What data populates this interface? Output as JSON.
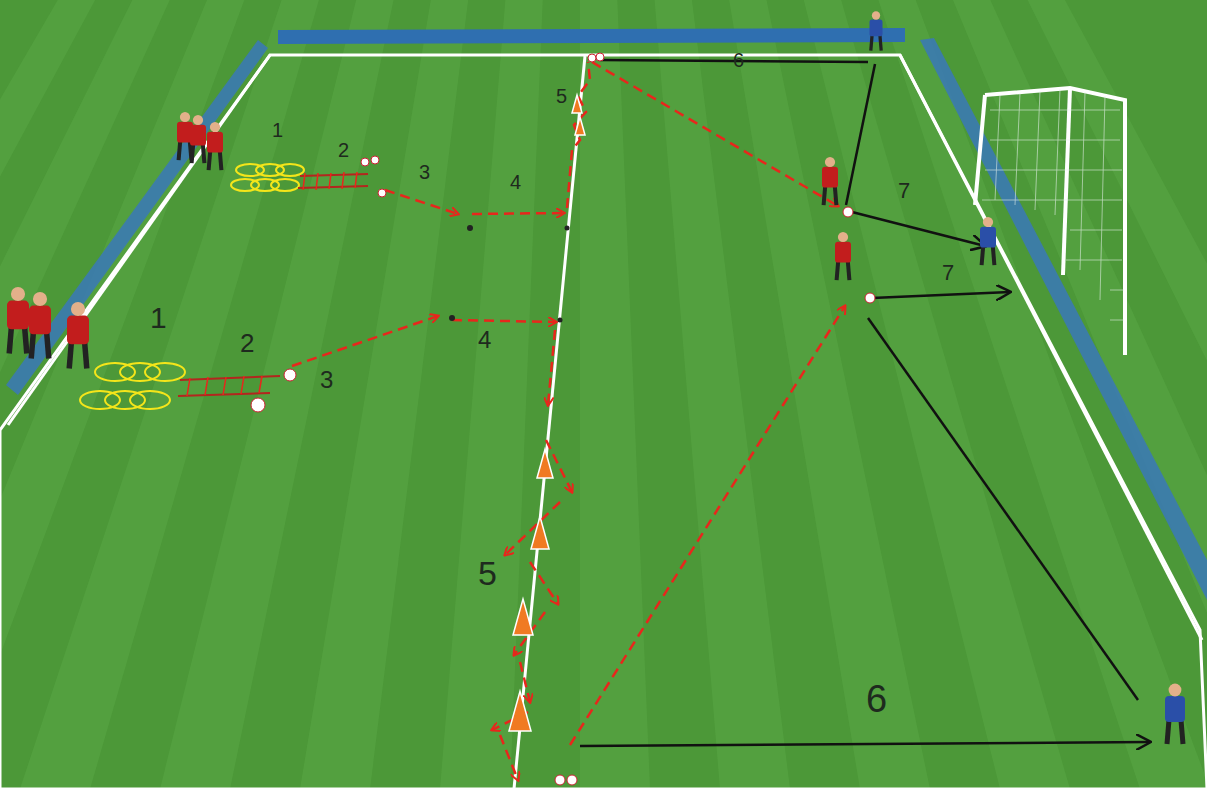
{
  "diagram": {
    "labels": [
      "6",
      "5",
      "1",
      "2",
      "3",
      "4",
      "7",
      "1",
      "2",
      "3",
      "4",
      "7",
      "5",
      "6"
    ]
  }
}
